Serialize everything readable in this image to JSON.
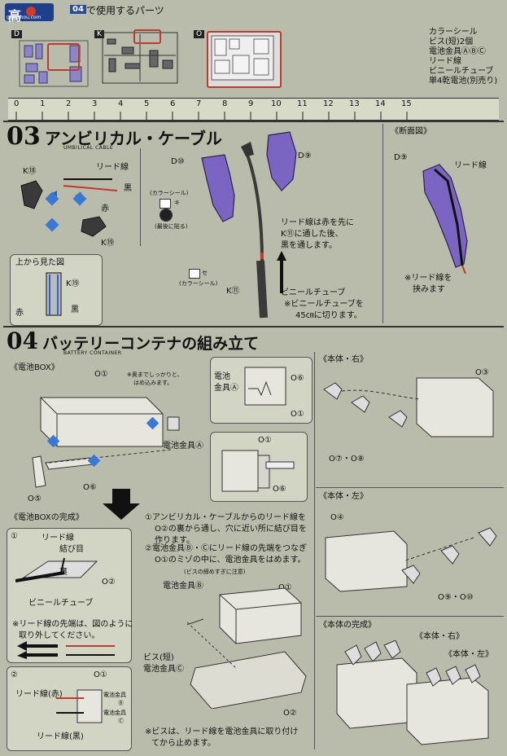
{
  "header": {
    "logo_text": "高",
    "logo_site": "gao-shou.com",
    "step_badge": "04",
    "caption": "で使用するパーツ",
    "runners": [
      "D",
      "K",
      "O"
    ],
    "parts_list": [
      "カラーシール",
      "ビス(短)2個",
      "電池金具ⒶⒷⒸ",
      "リード線",
      "ビニールチューブ",
      "単4乾電池(別売り)"
    ]
  },
  "ruler": {
    "ticks": [
      "0",
      "1",
      "2",
      "3",
      "4",
      "5",
      "6",
      "7",
      "8",
      "9",
      "10",
      "11",
      "12",
      "13",
      "14",
      "15"
    ]
  },
  "step03": {
    "number": "03",
    "title": "アンビリカル・ケーブル",
    "subtitle": "UMBILICAL CABLE",
    "labels": {
      "k18": "K⑱",
      "lead": "リード線",
      "black": "黒",
      "red": "赤",
      "k19": "K⑲",
      "d10": "D⑩",
      "d9": "D⑨",
      "color_seal1": "(カラーシール)",
      "ki": "キ",
      "paste_last": "(最後に貼る)",
      "lead_instr_1": "リード線は赤を先に",
      "lead_instr_2": "K⑪に通した後、",
      "lead_instr_3": "黒を通します。",
      "se": "セ",
      "color_seal2": "(カラーシール)",
      "k11": "K⑪",
      "vinyl": "ビニールチューブ",
      "vinyl_note_1": "※ビニールチューブを",
      "vinyl_note_2": "45㎝に切ります。",
      "from_top": "上から見た図",
      "k19b": "K⑲",
      "red2": "赤",
      "black2": "黒"
    },
    "section": {
      "title": "《断面図》",
      "d9": "D⑨",
      "lead": "リード線",
      "note_1": "※リード線を",
      "note_2": "挟みます"
    }
  },
  "step04": {
    "number": "04",
    "title": "バッテリーコンテナの組み立て",
    "subtitle": "BATTERY CONTAINER",
    "battery_box": {
      "label": "《電池BOX》",
      "o1": "O①",
      "note_1": "※奥までしっかりと、",
      "note_2": "はめ込みます。",
      "bracket_a": "電池金具Ⓐ",
      "o5": "O⑤",
      "o6": "O⑥",
      "o1b": "O①",
      "o6b": "O⑥",
      "inset_bracket": "電池",
      "inset_bracket2": "金具Ⓐ",
      "inset_o6": "O⑥",
      "inset_o1": "O①"
    },
    "complete": {
      "label": "《電池BOXの完成》",
      "instr1_1": "①アンビリカル・ケーブルからのリード線を",
      "instr1_2": "O②の裏から通し、穴に近い所に結び目を",
      "instr1_3": "作ります。",
      "instr2_1": "②電池金具Ⓑ・Ⓒにリード線の先端をつなぎ",
      "instr2_2": "O①のミゾの中に、電池金具をはめます。",
      "caution": "(ビスの締めすぎに注意)",
      "o1": "O①",
      "bracket_b": "電池金具Ⓑ",
      "screw": "ビス(短)",
      "bracket_c": "電池金具Ⓒ",
      "o2": "O②",
      "bottom_note_1": "※ビスは、リード線を電池金具に取り付け",
      "bottom_note_2": "てから止めます。"
    },
    "detail1": {
      "num": "①",
      "lead": "リード線",
      "knot": "結び目",
      "back": "裏",
      "o2": "O②",
      "vinyl": "ビニールチューブ",
      "note_1": "※リード線の先端は、図のように",
      "note_2": "取り外してください。"
    },
    "detail2": {
      "num": "②",
      "o1": "O①",
      "red": "リード線(赤)",
      "black": "リード線(黒)",
      "b": "電池金具",
      "b2": "Ⓑ",
      "c": "電池金具",
      "c2": "Ⓒ"
    },
    "body_right": {
      "label": "《本体・右》",
      "o3": "O③",
      "o78": "O⑦・O⑧"
    },
    "body_left": {
      "label": "《本体・左》",
      "o4": "O④",
      "o910": "O⑨・O⑩"
    },
    "body_complete": {
      "label": "《本体の完成》",
      "right": "《本体・右》",
      "left": "《本体・左》"
    }
  }
}
